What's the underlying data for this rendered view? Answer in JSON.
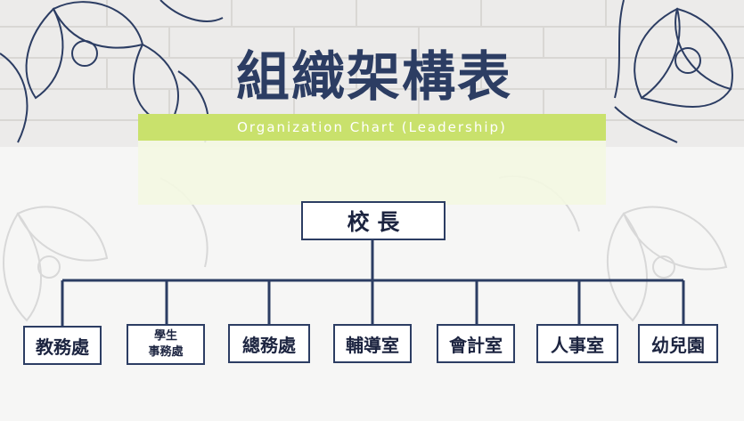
{
  "title": "組織架構表",
  "subtitle": "Organization Chart (Leadership)",
  "root": {
    "label": "校 長"
  },
  "departments": [
    {
      "label": "教務處"
    },
    {
      "line1": "學生",
      "line2": "事務處"
    },
    {
      "label": "總務處"
    },
    {
      "label": "輔導室"
    },
    {
      "label": "會計室"
    },
    {
      "label": "人事室"
    },
    {
      "label": "幼兒園"
    }
  ],
  "colors": {
    "navy": "#2c3d63",
    "accent_green": "#c9e16c"
  }
}
